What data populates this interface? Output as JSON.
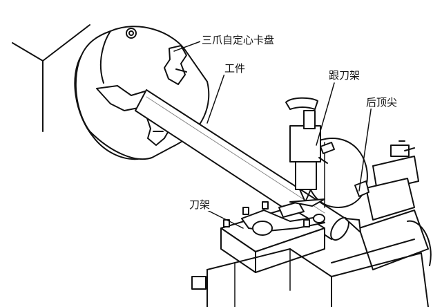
{
  "diagram": {
    "labels": {
      "chuck": "三爪自定心卡盘",
      "workpiece": "工件",
      "follower_rest": "跟刀架",
      "tailstock_center": "后顶尖",
      "tool_post": "刀架"
    },
    "colors": {
      "line": "#111111",
      "background": "#ffffff"
    }
  }
}
